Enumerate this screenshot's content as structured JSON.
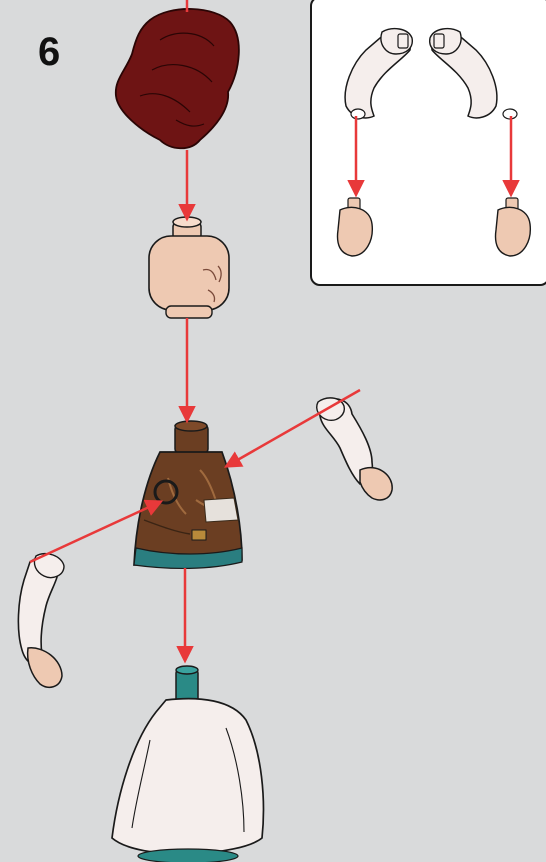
{
  "instruction": {
    "step_number": "6"
  },
  "colors": {
    "background": "#d9dadb",
    "arrow": "#e8393a",
    "hair": "#6e1414",
    "skin": "#eec9b2",
    "torso": "#6b3e22",
    "hips_stud": "#2a8a86",
    "skirt": "#f5eeec"
  },
  "parts": [
    {
      "name": "hair-piece",
      "icon": "hair"
    },
    {
      "name": "head",
      "icon": "minifig-head"
    },
    {
      "name": "torso",
      "icon": "minifig-torso"
    },
    {
      "name": "right-arm",
      "icon": "arm"
    },
    {
      "name": "left-arm",
      "icon": "arm"
    },
    {
      "name": "skirt",
      "icon": "skirt-slope"
    },
    {
      "name": "hand-left",
      "icon": "hand"
    },
    {
      "name": "hand-right",
      "icon": "hand"
    }
  ]
}
